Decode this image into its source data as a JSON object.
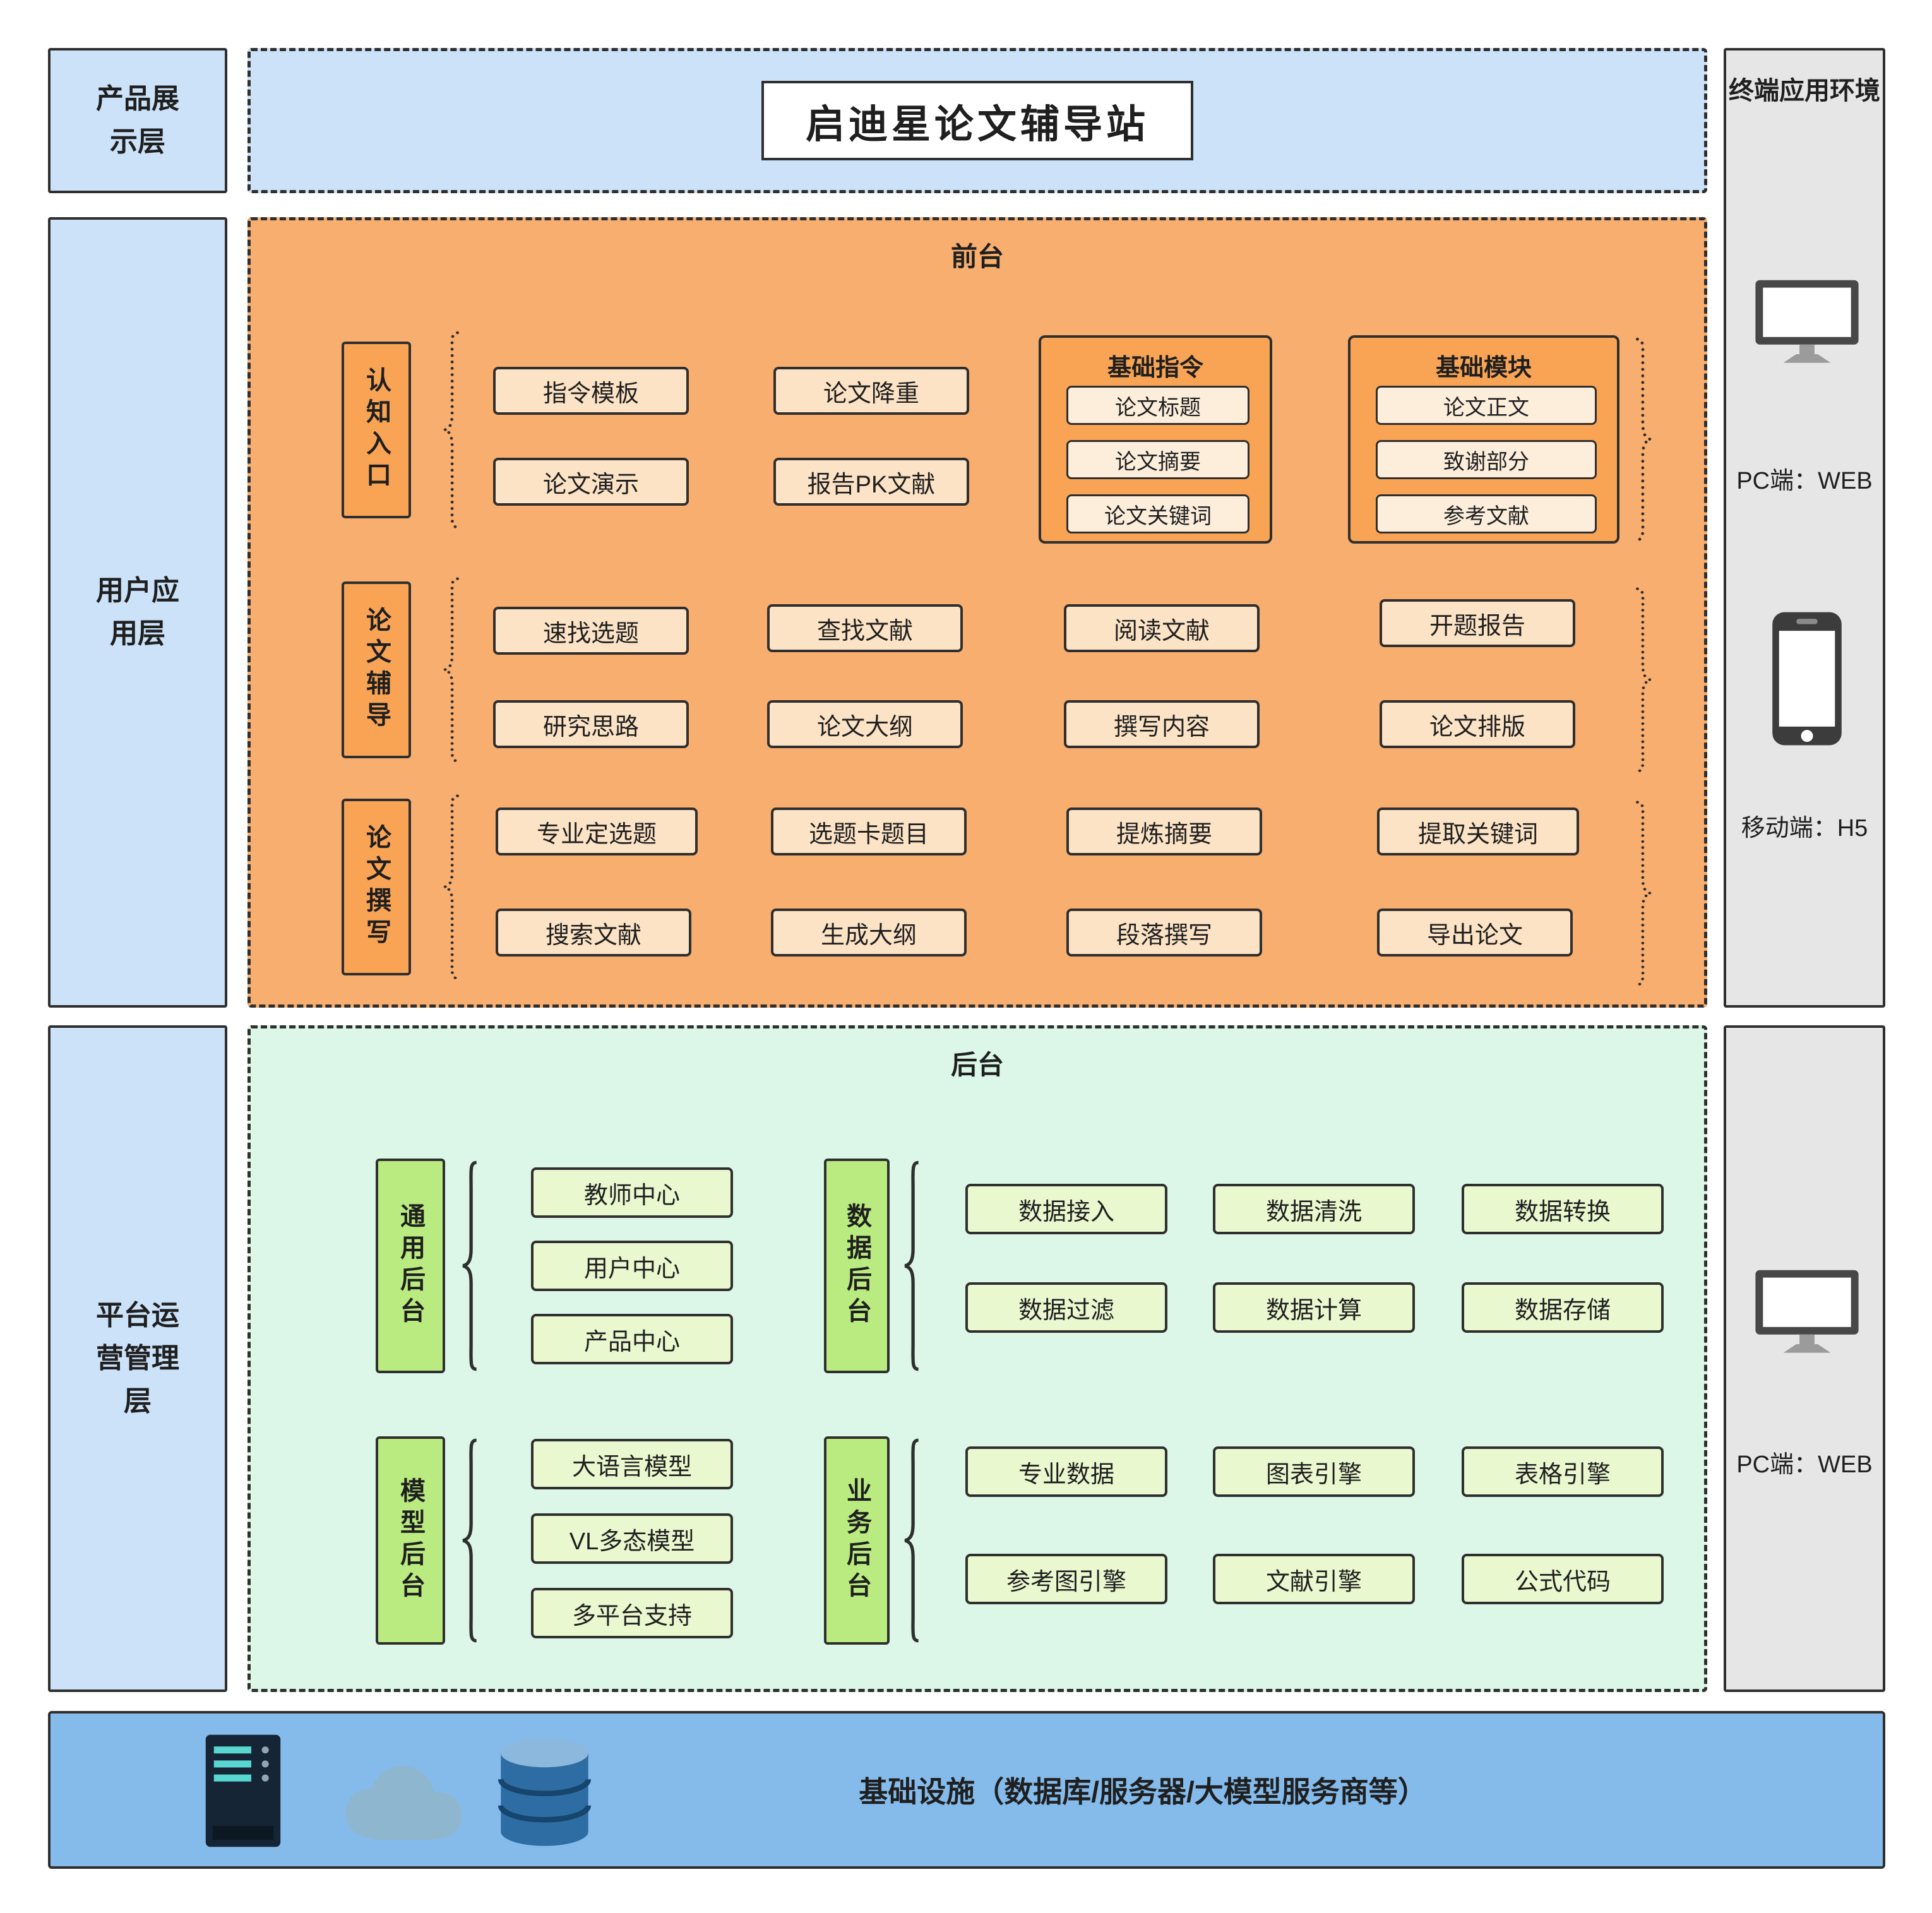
{
  "colors": {
    "layer_blue": "#CBE2F9",
    "front_orange_bg": "#F8AE6F",
    "front_box": "#FCE3C6",
    "front_accent": "#F9A455",
    "group_item": "#FDEEDC",
    "back_green_bg": "#DCF7E7",
    "back_box": "#E9F8CF",
    "back_accent": "#B9EB80",
    "terminal_gray": "#E6E6E6",
    "infra_blue": "#84BBEB",
    "border_dark": "#2F2F2F"
  },
  "layers": {
    "product_display": "产品展示层",
    "user_application": "用户应用层",
    "platform_ops": "平台运营管理层"
  },
  "title": "启迪星论文辅导站",
  "terminal": {
    "title": "终端应用环境",
    "pc_web": "PC端：WEB",
    "mobile_h5": "移动端：H5",
    "pc_web_2": "PC端：WEB"
  },
  "front": {
    "title": "前台",
    "rows": [
      {
        "label": "认知入口",
        "boxes": [
          "指令模板",
          "论文演示",
          "论文降重",
          "报告PK文献"
        ],
        "groups": [
          {
            "title": "基础指令",
            "items": [
              "论文标题",
              "论文摘要",
              "论文关键词"
            ]
          },
          {
            "title": "基础模块",
            "items": [
              "论文正文",
              "致谢部分",
              "参考文献"
            ]
          }
        ]
      },
      {
        "label": "论文辅导",
        "boxes": [
          "速找选题",
          "研究思路",
          "查找文献",
          "论文大纲",
          "阅读文献",
          "撰写内容",
          "开题报告",
          "论文排版"
        ]
      },
      {
        "label": "论文撰写",
        "boxes": [
          "专业定选题",
          "搜索文献",
          "选题卡题目",
          "生成大纲",
          "提炼摘要",
          "段落撰写",
          "提取关键词",
          "导出论文"
        ]
      }
    ]
  },
  "back": {
    "title": "后台",
    "groups": [
      {
        "label": "通用后台",
        "items": [
          "教师中心",
          "用户中心",
          "产品中心"
        ]
      },
      {
        "label": "数据后台",
        "items": [
          "数据接入",
          "数据清洗",
          "数据转换",
          "数据过滤",
          "数据计算",
          "数据存储"
        ]
      },
      {
        "label": "模型后台",
        "items": [
          "大语言模型",
          "VL多态模型",
          "多平台支持"
        ]
      },
      {
        "label": "业务后台",
        "items": [
          "专业数据",
          "图表引擎",
          "表格引擎",
          "参考图引擎",
          "文献引擎",
          "公式代码"
        ]
      }
    ]
  },
  "infrastructure": {
    "label": "基础设施（数据库/服务器/大模型服务商等）"
  }
}
